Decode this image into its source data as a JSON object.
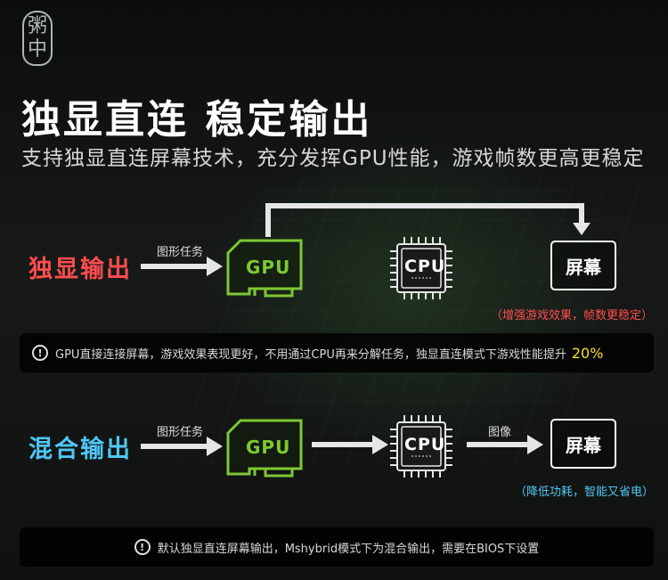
{
  "logo": {
    "glyph_top": "粥",
    "glyph_bottom": "中"
  },
  "header": {
    "title": "独显直连 稳定输出",
    "subtitle": "支持独显直连屏幕技术，充分发挥GPU性能，游戏帧数更高更稳定"
  },
  "discrete": {
    "label": "独显输出",
    "arrow_caption": "图形任务",
    "gpu_label": "GPU",
    "cpu_label": "CPU",
    "screen_label": "屏幕",
    "note": "（增强游戏效果，帧数更稳定）",
    "info_text": "GPU直接连接屏幕，游戏效果表现更好，不用通过CPU再来分解任务，独显直连模式下游戏性能提升",
    "info_highlight": "20%"
  },
  "hybrid": {
    "label": "混合输出",
    "arrow_caption": "图形任务",
    "gpu_label": "GPU",
    "cpu_label": "CPU",
    "image_caption": "图像",
    "screen_label": "屏幕",
    "note": "（降低功耗，智能又省电）",
    "info_text": "默认独显直连屏幕输出，Mshybrid模式下为混合输出，需要在BIOS下设置"
  },
  "icons": {
    "info": "info-circle-icon",
    "gpu": "graphics-card-icon",
    "cpu": "processor-chip-icon",
    "arrow": "arrow-right-icon"
  },
  "colors": {
    "discrete_accent": "#ff4d4f",
    "hybrid_accent": "#4fc7f5",
    "gpu_green": "#7dc832",
    "highlight_yellow": "#f5e02a"
  }
}
